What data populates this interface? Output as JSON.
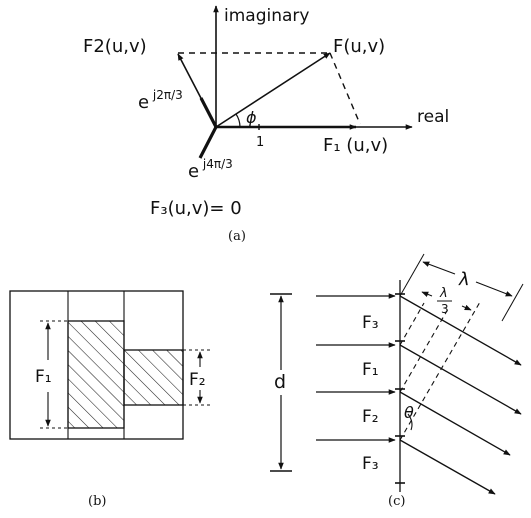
{
  "panel_a": {
    "axis_imaginary": "imaginary",
    "axis_real": "real",
    "F": "F(u,v)",
    "F1": "F₁ (u,v)",
    "F2": "F2(u,v)",
    "e2": "e j2π/3",
    "e4": "e j4π/3",
    "phi": "ϕ",
    "tick_one": "1",
    "F3_eq": "F₃(u,v)= 0",
    "caption": "(a)"
  },
  "panel_b": {
    "F1": "F₁",
    "F2": "F₂",
    "caption": "(b)"
  },
  "panel_c": {
    "lambda": "λ",
    "lambda_third_num": "λ",
    "lambda_third_den": "3",
    "d": "d",
    "theta": "θ",
    "F3_top": "F₃",
    "F1": "F₁",
    "F2": "F₂",
    "F3_bottom": "F₃",
    "caption": "(c)"
  }
}
